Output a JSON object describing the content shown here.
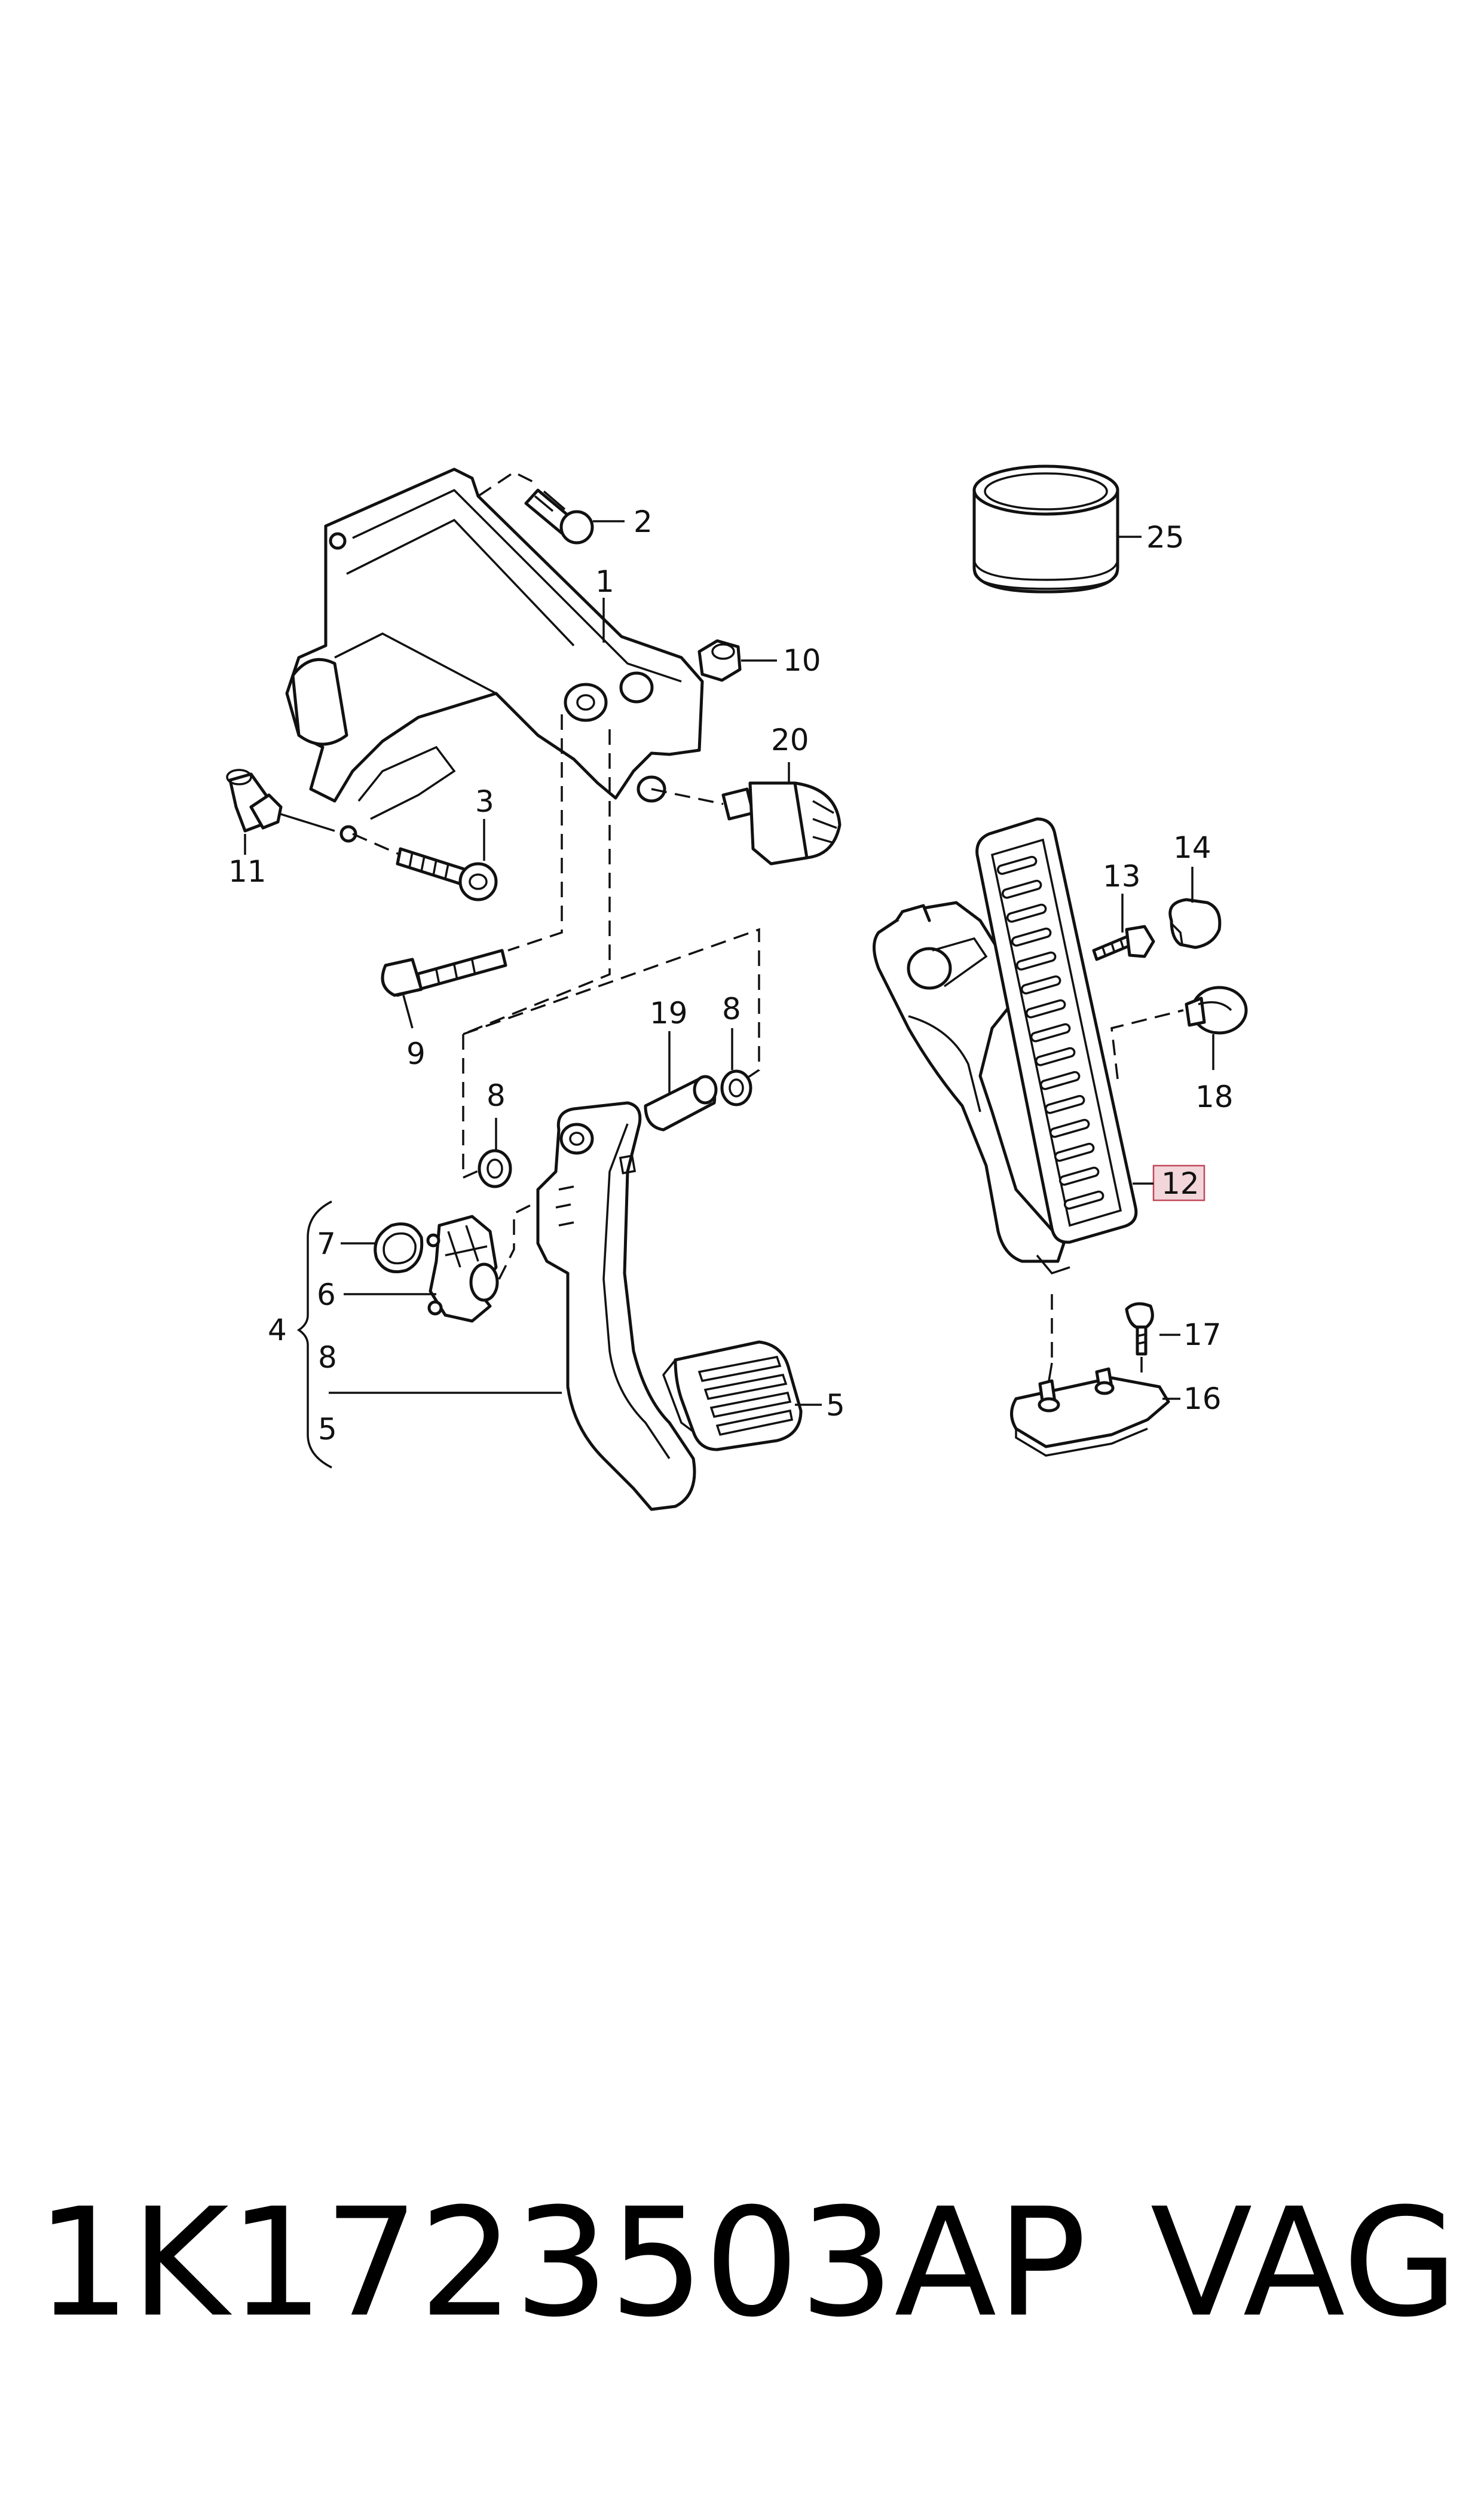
{
  "callouts": {
    "c1": "1",
    "c2": "2",
    "c3": "3",
    "c4": "4",
    "c5a": "5",
    "c5b": "5",
    "c6": "6",
    "c7": "7",
    "c8a": "8",
    "c8b": "8",
    "c8c": "8",
    "c9": "9",
    "c10": "10",
    "c11": "11",
    "c12": "12",
    "c13": "13",
    "c14": "14",
    "c16": "16",
    "c17": "17",
    "c18": "18",
    "c19": "19",
    "c20": "20",
    "c25": "25"
  },
  "highlight_color": "#e8b4bc",
  "footer": {
    "part_number": "1K1723503AP",
    "brand": "VAG"
  }
}
